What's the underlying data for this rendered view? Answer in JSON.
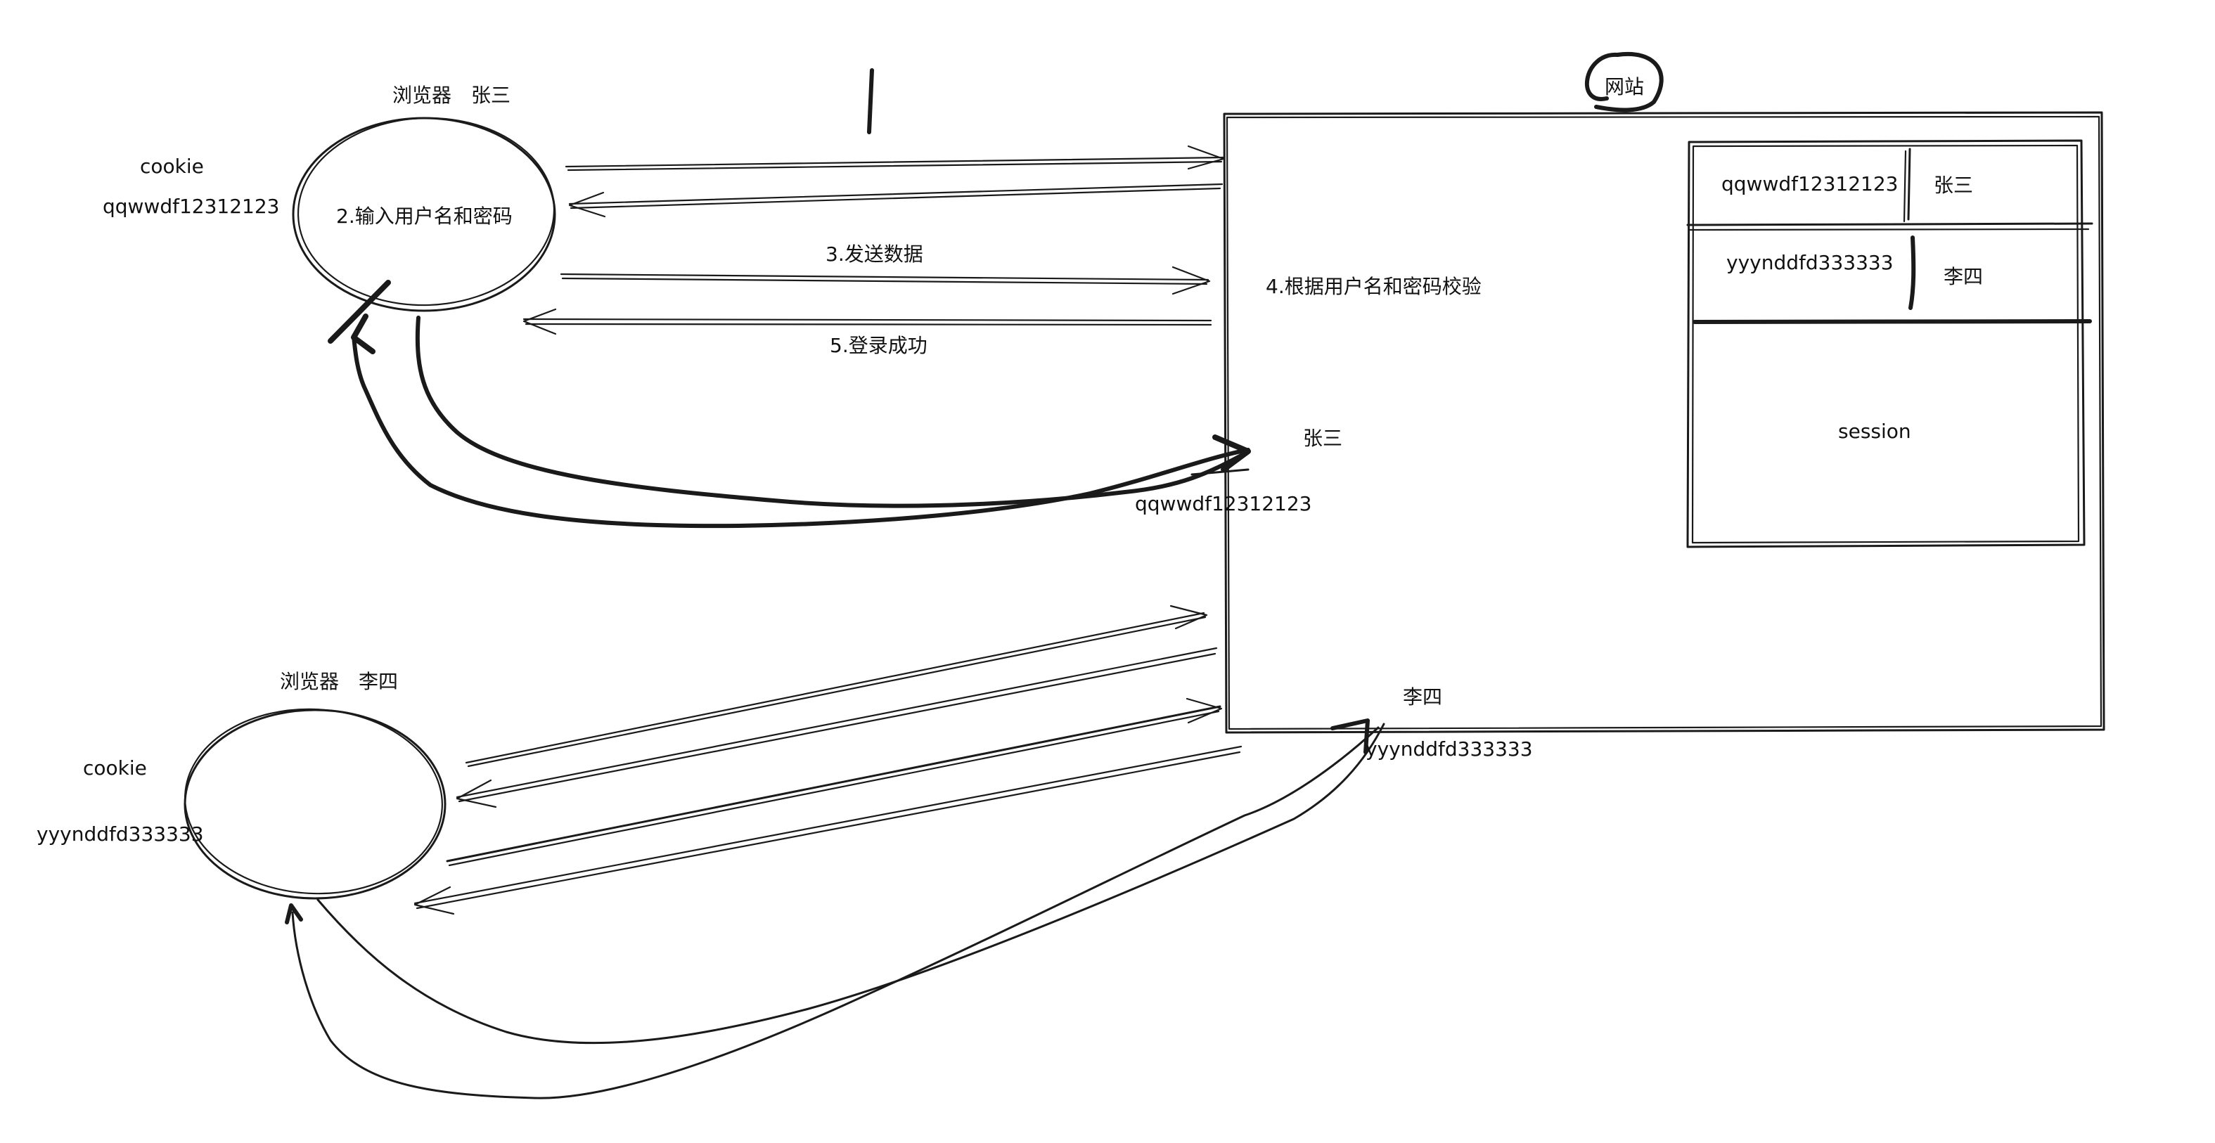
{
  "browser_zhangsan": {
    "title": "浏览器　张三",
    "cookie_label": "cookie",
    "cookie_value": "qqwwdf12312123",
    "step_label": "2.输入用户名和密码"
  },
  "browser_lisi": {
    "title": "浏览器　李四",
    "cookie_label": "cookie",
    "cookie_value": "yyynddfd333333"
  },
  "arrows": {
    "send_data": "3.发送数据",
    "login_success": "5.登录成功"
  },
  "website": {
    "title": "网站",
    "verify_step": "4.根据用户名和密码校验",
    "zhangsan_name": "张三",
    "zhangsan_session_id": "qqwwdf12312123",
    "lisi_name": "李四",
    "lisi_session_id": "yyynddfd333333"
  },
  "session_table": {
    "rows": [
      {
        "id": "qqwwdf12312123",
        "name": "张三"
      },
      {
        "id": "yyynddfd333333",
        "name": "李四"
      }
    ],
    "label": "session"
  },
  "colors": {
    "ink": "#1a1a1a",
    "background": "#ffffff"
  }
}
